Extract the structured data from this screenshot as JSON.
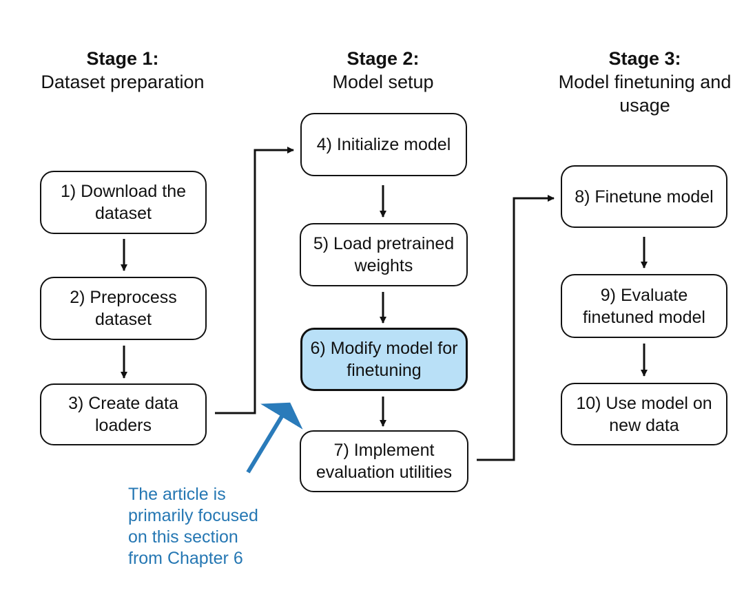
{
  "colors": {
    "highlight_fill": "#b9e0f7",
    "highlight_arrow": "#2a7bba",
    "note_text": "#2577b3",
    "line": "#111111"
  },
  "stages": [
    {
      "title": "Stage 1:",
      "subtitle": "Dataset preparation"
    },
    {
      "title": "Stage 2:",
      "subtitle": "Model setup"
    },
    {
      "title": "Stage 3:",
      "subtitle": "Model finetuning and usage"
    }
  ],
  "steps": [
    {
      "label": "1) Download the dataset"
    },
    {
      "label": "2) Preprocess dataset"
    },
    {
      "label": "3) Create data loaders"
    },
    {
      "label": "4) Initialize model"
    },
    {
      "label": "5) Load pretrained weights"
    },
    {
      "label": "6) Modify model for finetuning",
      "highlighted": true
    },
    {
      "label": "7) Implement evaluation utilities"
    },
    {
      "label": "8) Finetune model"
    },
    {
      "label": "9) Evaluate finetuned model"
    },
    {
      "label": "10) Use model on new data"
    }
  ],
  "annotation": {
    "lines": [
      "The article is",
      "primarily focused",
      "on this section",
      "from Chapter 6"
    ]
  }
}
